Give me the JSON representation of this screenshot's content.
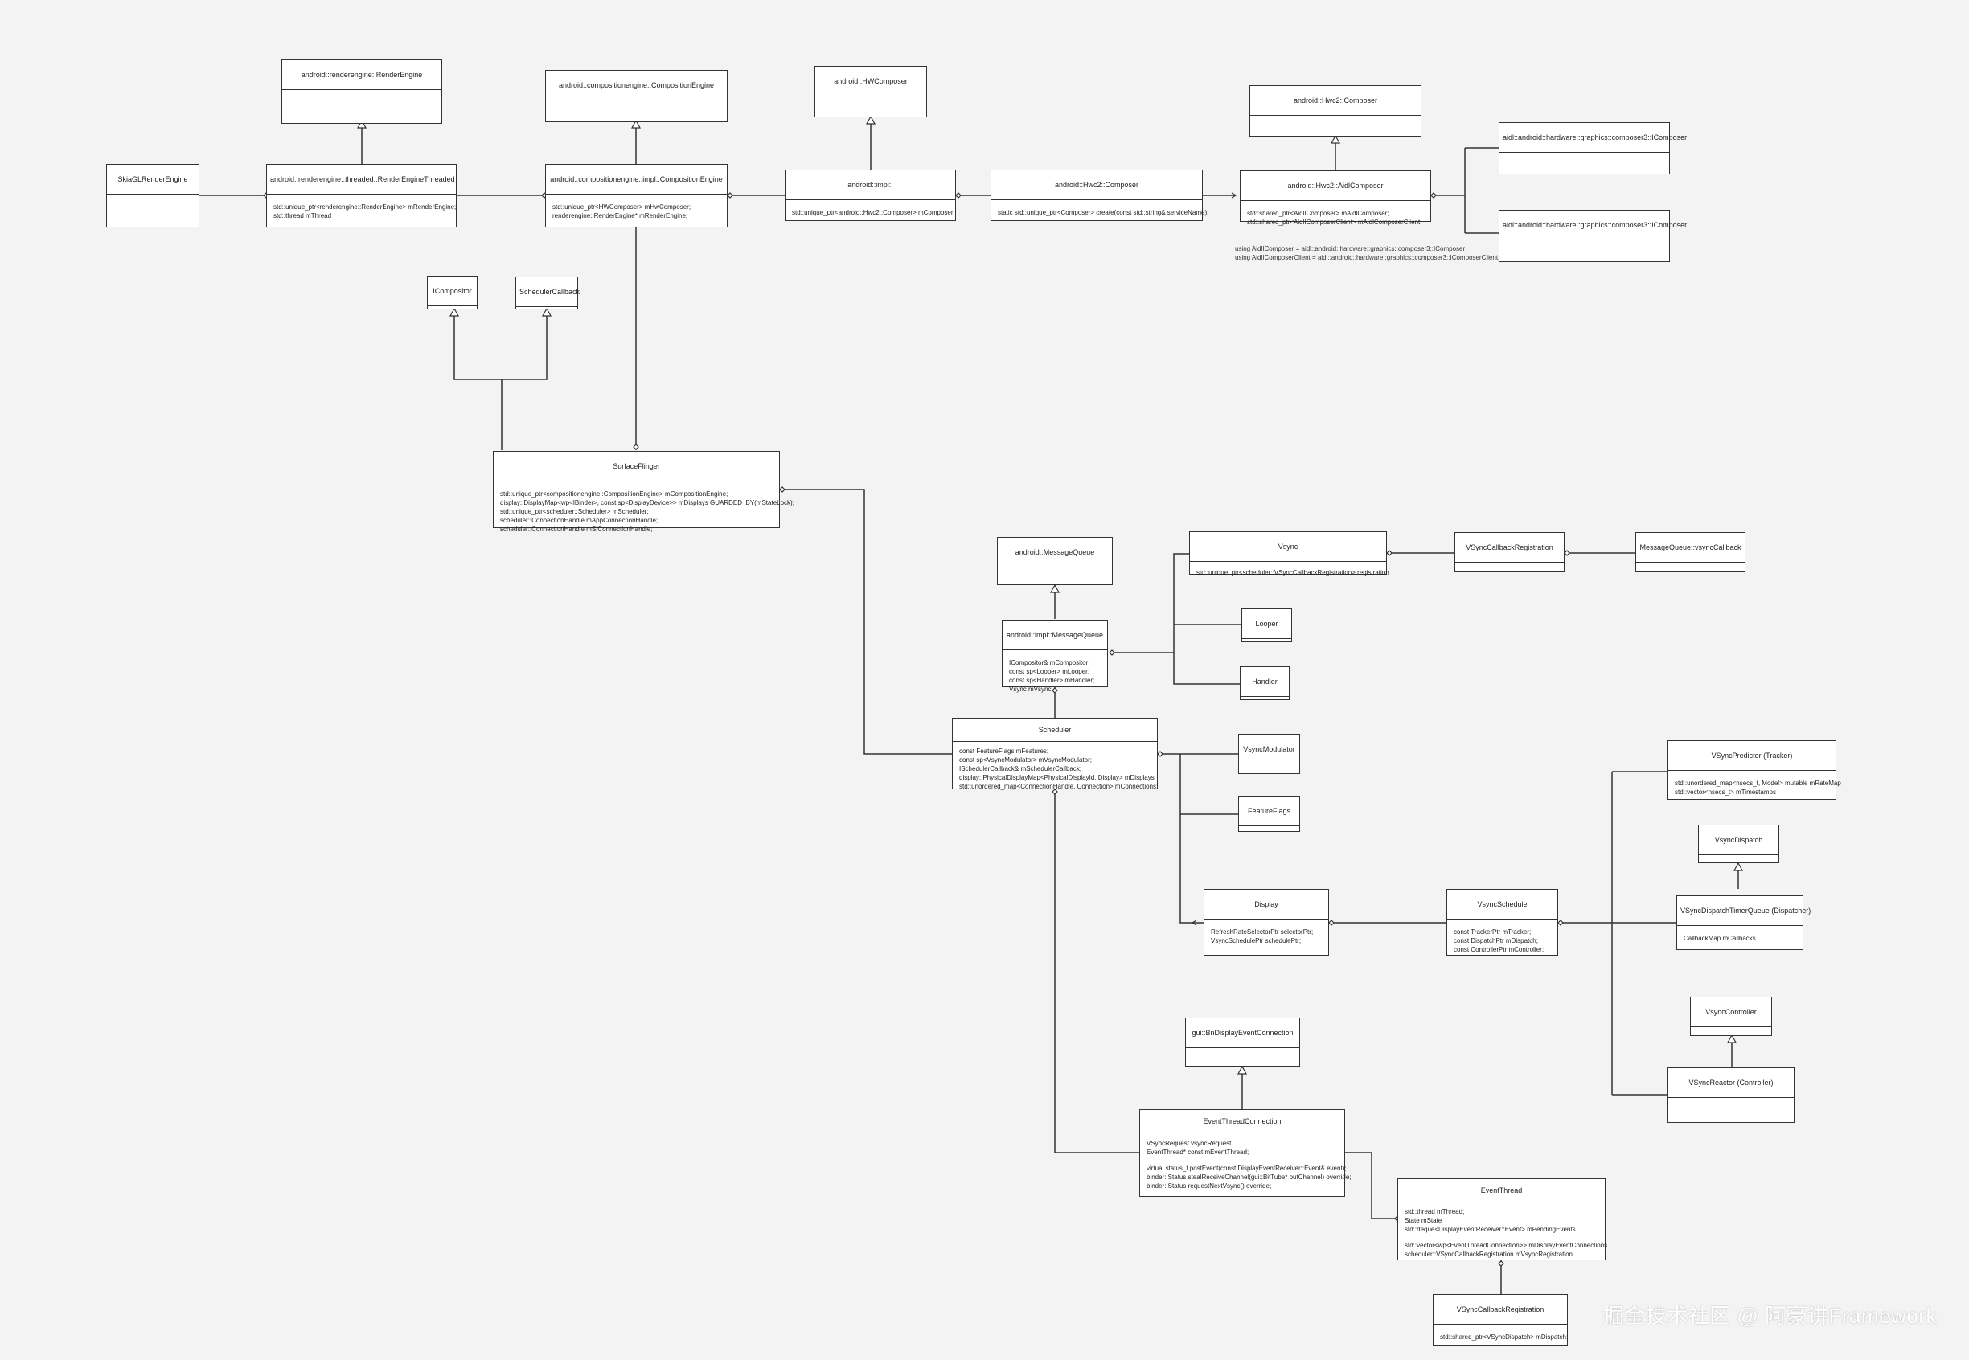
{
  "classes": {
    "skia": {
      "name": "SkiaGLRenderEngine",
      "attrs": []
    },
    "renderEngine": {
      "name": "android::renderengine::RenderEngine",
      "attrs": []
    },
    "renderEngineThreaded": {
      "name": "android::renderengine::threaded::RenderEngineThreaded",
      "attrs": [
        "std::unique_ptr<renderengine::RenderEngine> mRenderEngine;",
        "std::thread mThread"
      ]
    },
    "compositionEngineIface": {
      "name": "android::compositionengine::CompositionEngine",
      "attrs": []
    },
    "compositionEngineImpl": {
      "name": "android::compositionengine::impl::CompositionEngine",
      "attrs": [
        "std::unique_ptr<HWComposer> mHwComposer;",
        "renderengine::RenderEngine* mRenderEngine;"
      ]
    },
    "hwcIface": {
      "name": "android::HWComposer",
      "attrs": []
    },
    "hwcImpl": {
      "name": "android::impl::",
      "attrs": [
        "std::unique_ptr<android::Hwc2::Composer> mComposer;"
      ]
    },
    "hwc2Composer": {
      "name": "android::Hwc2::Composer",
      "attrs": [
        "static std::unique_ptr<Composer> create(const std::string& serviceName);"
      ]
    },
    "hwc2ComposerIface": {
      "name": "android::Hwc2::Composer",
      "attrs": []
    },
    "aidlComposer": {
      "name": "android::Hwc2::AidlComposer",
      "attrs": [
        "std::shared_ptr<AidlIComposer> mAidlComposer;",
        "std::shared_ptr<AidlIComposerClient> mAidlComposerClient;"
      ]
    },
    "aidlIComposer1": {
      "name": "aidl::android::hardware::graphics::composer3::IComposer",
      "attrs": []
    },
    "aidlIComposer2": {
      "name": "aidl::android::hardware::graphics::composer3::IComposer",
      "attrs": []
    },
    "iCompositor": {
      "name": "ICompositor",
      "attrs": []
    },
    "schedulerCallback": {
      "name": "SchedulerCallback",
      "attrs": []
    },
    "surfaceFlinger": {
      "name": "SurfaceFlinger",
      "attrs": [
        "std::unique_ptr<compositionengine::CompositionEngine> mCompositionEngine;",
        "display::DisplayMap<wp<IBinder>, const sp<DisplayDevice>> mDisplays GUARDED_BY(mStateLock);",
        "std::unique_ptr<scheduler::Scheduler> mScheduler;",
        "scheduler::ConnectionHandle mAppConnectionHandle;",
        "scheduler::ConnectionHandle mSfConnectionHandle;"
      ]
    },
    "messageQueueIface": {
      "name": "android::MessageQueue",
      "attrs": []
    },
    "messageQueueImpl": {
      "name": "android::impl::MessageQueue",
      "attrs": [
        "ICompositor& mCompositor;",
        "const sp<Looper> mLooper;",
        "const sp<Handler> mHandler;",
        "Vsync mVsync;"
      ]
    },
    "vsync": {
      "name": "Vsync",
      "attrs": [
        "std::unique_ptr<scheduler::VSyncCallbackRegistration> registration"
      ]
    },
    "vsyncCallbackRegistration1": {
      "name": "VSyncCallbackRegistration",
      "attrs": []
    },
    "messageQueueVsyncCallback": {
      "name": "MessageQueue::vsyncCallback",
      "attrs": []
    },
    "looper": {
      "name": "Looper",
      "attrs": []
    },
    "handler": {
      "name": "Handler",
      "attrs": []
    },
    "scheduler": {
      "name": "Scheduler",
      "attrs": [
        "const FeatureFlags mFeatures;",
        "const sp<VsyncModulator> mVsyncModulator;",
        "ISchedulerCallback& mSchedulerCallback;",
        "display::PhysicalDisplayMap<PhysicalDisplayId, Display> mDisplays",
        "std::unordered_map<ConnectionHandle, Connection> mConnections;"
      ]
    },
    "vsyncModulator": {
      "name": "VsyncModulator",
      "attrs": []
    },
    "featureFlags": {
      "name": "FeatureFlags",
      "attrs": []
    },
    "display": {
      "name": "Display",
      "attrs": [
        "RefreshRateSelectorPtr selectorPtr;",
        "VsyncSchedulePtr schedulePtr;"
      ]
    },
    "vsyncSchedule": {
      "name": "VsyncSchedule",
      "attrs": [
        "const TrackerPtr mTracker;",
        "const DispatchPtr mDispatch;",
        "const ControllerPtr mController;"
      ]
    },
    "vsyncPredictor": {
      "name": "VSyncPredictor (Tracker)",
      "attrs": [
        "std::unordered_map<nsecs_t, Model> mutable mRateMap",
        "std::vector<nsecs_t> mTimestamps"
      ]
    },
    "vsyncDispatch": {
      "name": "VsyncDispatch",
      "attrs": []
    },
    "vsyncDispatchTimerQueue": {
      "name": "VSyncDispatchTimerQueue (Dispatcher)",
      "attrs": [
        "CallbackMap mCallbacks"
      ]
    },
    "vsyncController": {
      "name": "VsyncController",
      "attrs": []
    },
    "vsyncReactor": {
      "name": "VSyncReactor (Controller)",
      "attrs": []
    },
    "bitDisplayEventConnection": {
      "name": "gui::BnDisplayEventConnection",
      "attrs": []
    },
    "eventThreadConnection": {
      "name": "EventThreadConnection",
      "attrs": [
        "VSyncRequest vsyncRequest",
        "EventThread* const mEventThread;",
        "",
        "virtual status_t postEvent(const DisplayEventReceiver::Event& event);",
        "binder::Status stealReceiveChannel(gui::BitTube* outChannel) override;",
        "binder::Status requestNextVsync() override;"
      ]
    },
    "eventThread": {
      "name": "EventThread",
      "attrs": [
        "std::thread mThread;",
        "State mState",
        "std::deque<DisplayEventReceiver::Event> mPendingEvents",
        "",
        "std::vector<wp<EventThreadConnection>> mDisplayEventConnections",
        "scheduler::VSyncCallbackRegistration mVsyncRegistration"
      ]
    },
    "vsyncCallbackRegistration2": {
      "name": "VSyncCallbackRegistration",
      "attrs": [
        "std::shared_ptr<VSyncDispatch> mDispatch;"
      ]
    }
  },
  "notes": {
    "aidlAliases": [
      "using AidlIComposer = aidl::android::hardware::graphics::composer3::IComposer;",
      "using AidlIComposerClient = aidl::android::hardware::graphics::composer3::IComposerClient;"
    ]
  },
  "watermark": "掘金技术社区 @ 阿豪讲Framework",
  "colors": {
    "background": "#f3f3f4",
    "line": "#333333",
    "box": "#ffffff"
  }
}
